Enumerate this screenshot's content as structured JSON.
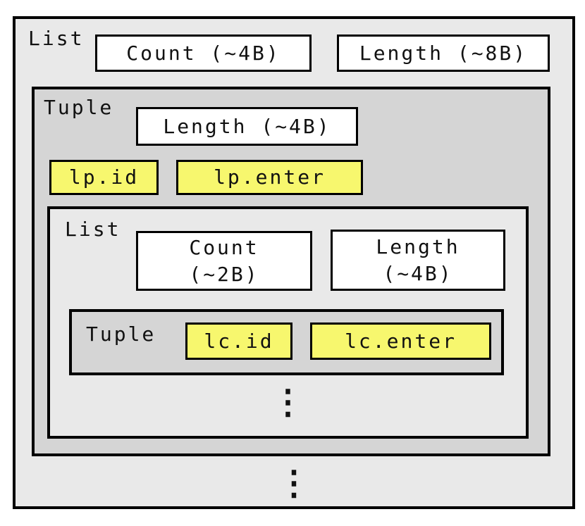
{
  "colors": {
    "outer_list_background": "#e9e9e9",
    "tuple_background": "#d5d5d5",
    "field_background": "#ffffff",
    "highlight_yellow": "#f7f76e",
    "border_black": "#000000"
  },
  "diagram": {
    "outer_list": {
      "label": "List",
      "count_field": "Count (~4B)",
      "length_field": "Length (~8B)",
      "ellipsis": "⋮",
      "tuple": {
        "label": "Tuple",
        "length_field": "Length (~4B)",
        "id_field": "lp.id",
        "enter_field": "lp.enter",
        "inner_list": {
          "label": "List",
          "count_field": {
            "line1": "Count",
            "line2": "(~2B)"
          },
          "length_field": {
            "line1": "Length",
            "line2": "(~4B)"
          },
          "ellipsis": "⋮",
          "inner_tuple": {
            "label": "Tuple",
            "id_field": "lc.id",
            "enter_field": "lc.enter"
          }
        }
      }
    }
  }
}
